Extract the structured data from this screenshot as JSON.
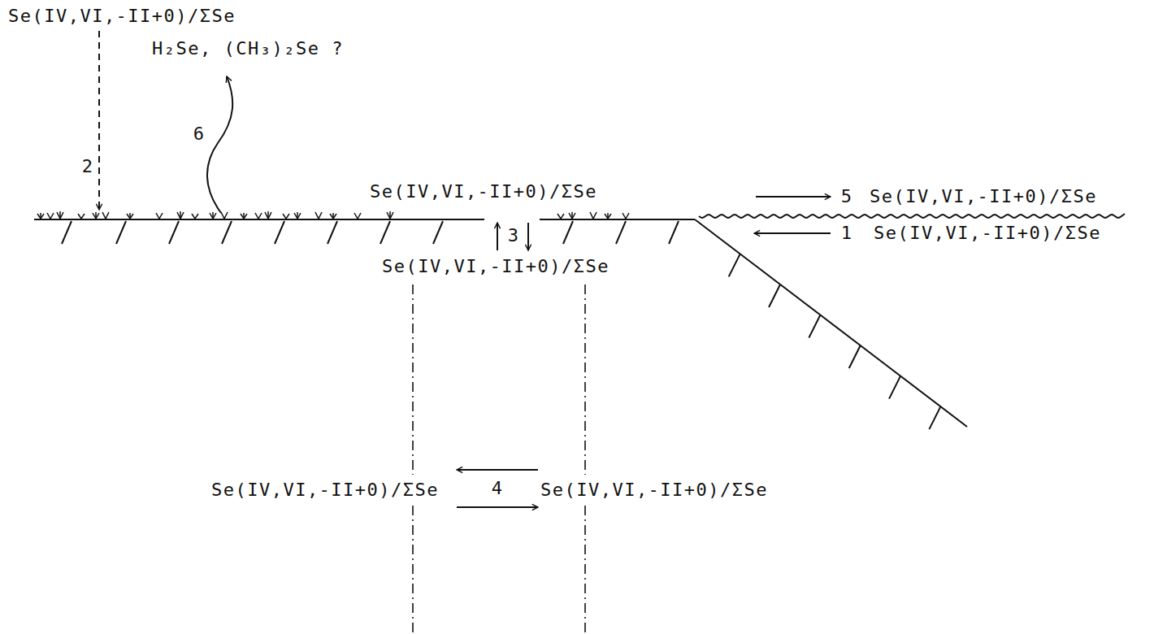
{
  "diagram": {
    "labels": [
      "Se(IV,VI,-II+0)/ΣSe",
      "2",
      "H₂Se, (CH₃)₂Se ?",
      "6",
      "Se(IV,VI,-II+0)/ΣSe",
      "3",
      "Se(IV,VI,-II+0)/ΣSe",
      "5",
      "Se(IV,VI,-II+0)/ΣSe",
      "1",
      "Se(IV,VI,-II+0)/ΣSe",
      "Se(IV,VI,-II+0)/ΣSe",
      "4",
      "Se(IV,VI,-II+0)/ΣSe"
    ]
  }
}
